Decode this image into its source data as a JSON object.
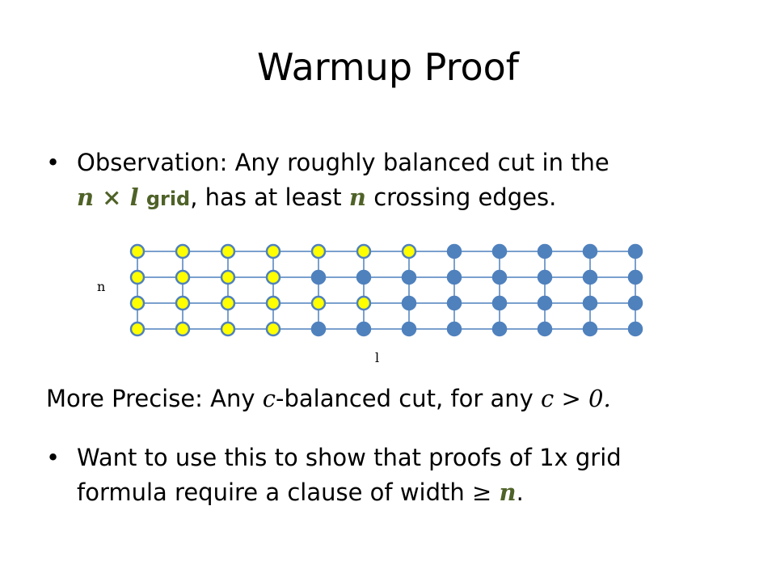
{
  "slide": {
    "title": "Warmup Proof",
    "bullet1": {
      "prefix": "Observation: Any roughly balanced cut in the",
      "math_nxl": "n × l",
      "grid_word": "grid",
      "middle": ", has at least",
      "math_n": "n",
      "suffix": "crossing edges."
    },
    "grid_figure": {
      "rows": 4,
      "cols": 12,
      "yellow_per_row": [
        7,
        4,
        6,
        4
      ],
      "row_label": "n",
      "col_label": "l",
      "colors": {
        "yellow": "#ffff00",
        "blue": "#4f81bd",
        "outline": "#4f81bd",
        "edge": "#4f81bd"
      }
    },
    "precise": {
      "prefix": "More Precise: Any",
      "math_c": "c",
      "middle": "-balanced cut, for any",
      "math_ineq": "c > 0."
    },
    "bullet2": {
      "line1": "Want to use this to show that proofs of 1x grid",
      "line2_prefix": "formula require a clause of width",
      "math_ge": "≥",
      "math_n": "n",
      "line2_suffix": "."
    },
    "bullet_symbol": "•"
  }
}
